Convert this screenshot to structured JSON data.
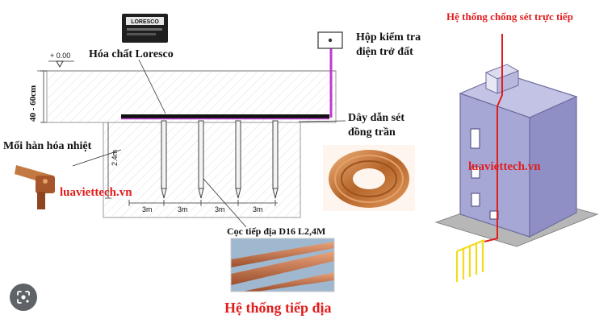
{
  "labels": {
    "elevation": "+ 0.00",
    "depth": "40 - 60cm",
    "chemical": "Hóa chất Loresco",
    "box_line1": "Hộp kiểm tra",
    "box_line2": "điện trở đất",
    "wire_line1": "Dây dẫn sét",
    "wire_line2": "đồng trần",
    "weld": "Mối hàn hóa nhiệt",
    "rod_length": "2.4m",
    "spacing_1": "3m",
    "spacing_2": "3m",
    "spacing_3": "3m",
    "spacing_4": "3m",
    "rod": "Cọc tiếp địa D16 L2,4M",
    "title_grounding": "Hệ thống tiếp địa",
    "title_lightning": "Hệ thống chống sét trực tiếp",
    "watermark_left": "luaviettech.vn",
    "watermark_right": "luaviettech.vn"
  },
  "loresco_logo_text": "LORESCO",
  "colors": {
    "title_red": "#e11d1d",
    "wire_magenta": "#c03ad0",
    "copper": "#c87a3e",
    "building_top": "#c3c3e6",
    "building_front": "#a7a7d6",
    "building_side": "#8f8fc6",
    "ground": "#b7b7b7",
    "rods_yellow": "#f2dc1a"
  },
  "icons": {
    "lens": "google-lens-icon"
  }
}
